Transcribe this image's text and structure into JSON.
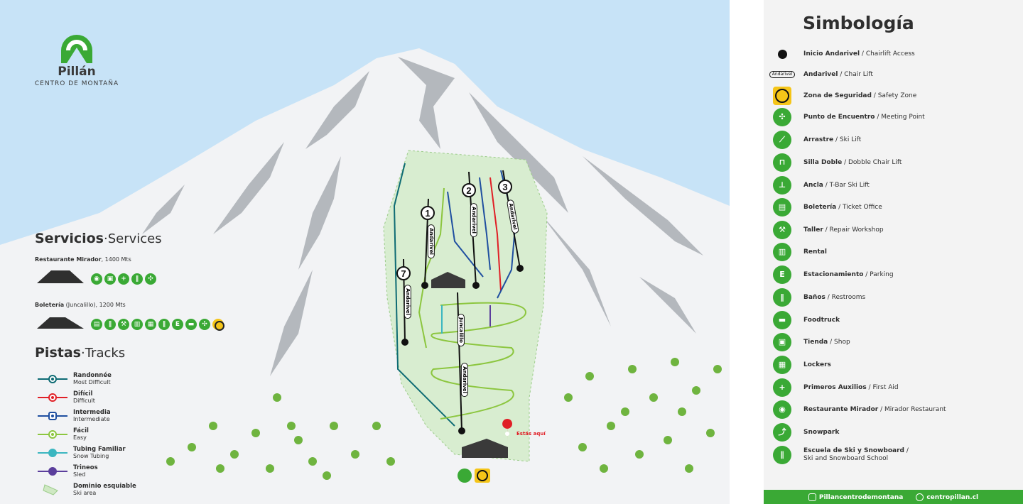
{
  "logo": {
    "name": "Pillán",
    "subtitle": "CENTRO DE MONTAÑA"
  },
  "services": {
    "title": "Servicios",
    "subtitle": "·Services",
    "restaurant_name": "Restaurante Mirador",
    "restaurant_alt": ", 1400 Mts",
    "boleteria_name": "Boletería",
    "boleteria_alt": " (Juncalillo), 1200 Mts",
    "restaurant_icons": [
      "restaurant-icon",
      "shop-icon",
      "first-aid-icon",
      "restrooms-icon",
      "meeting-point-icon"
    ],
    "boleteria_icons": [
      "ticket-office-icon",
      "ski-school-icon",
      "repair-workshop-icon",
      "rental-icon",
      "lockers-icon",
      "restrooms-icon",
      "parking-icon",
      "foodtruck-icon",
      "meeting-point-icon",
      "safety-zone-icon"
    ]
  },
  "tracks": {
    "title": "Pistas",
    "subtitle": "·Tracks",
    "items": [
      {
        "es": "Randonnée",
        "en": "Most Difficult",
        "color": "#0e6b74"
      },
      {
        "es": "Difícil",
        "en": "Difficult",
        "color": "#e01f26"
      },
      {
        "es": "Intermedia",
        "en": "Intermediate",
        "color": "#1f4fa0"
      },
      {
        "es": "Fácil",
        "en": "Easy",
        "color": "#8cc63f"
      },
      {
        "es": "Tubing Familiar",
        "en": "Snow Tubing",
        "color": "#3bb6c0"
      },
      {
        "es": "Trineos",
        "en": "Sled",
        "color": "#5b3e9c"
      },
      {
        "es": "Dominio esquiable",
        "en": "Ski area",
        "color": "#cfe8c3"
      }
    ]
  },
  "map": {
    "lift_numbers": [
      "1",
      "2",
      "3",
      "7"
    ],
    "lift_labels": [
      "Andarivel",
      "Andarivel",
      "Andarivel",
      "Andarivel",
      "Juncalillo",
      "Andarivel"
    ],
    "you_are_here": "Estás aquí"
  },
  "legend": {
    "title": "Simbología",
    "items": [
      {
        "icon": "chairlift-access-icon",
        "es": "Inicio Andarivel",
        "en": "Chairlift Access"
      },
      {
        "icon": "chair-lift-icon",
        "es": "Andarivel",
        "en": "Chair Lift",
        "badge": "Andarivel"
      },
      {
        "icon": "safety-zone-icon",
        "es": "Zona de Seguridad",
        "en": "Safety Zone"
      },
      {
        "icon": "meeting-point-icon",
        "es": "Punto de Encuentro",
        "en": "Meeting Point"
      },
      {
        "icon": "ski-lift-icon",
        "es": "Arrastre",
        "en": "Ski Lift"
      },
      {
        "icon": "double-chair-lift-icon",
        "es": "Silla Doble",
        "en": "Dobble Chair Lift"
      },
      {
        "icon": "t-bar-lift-icon",
        "es": "Ancla",
        "en": "T-Bar Ski Lift"
      },
      {
        "icon": "ticket-office-icon",
        "es": "Boletería",
        "en": "Ticket Office"
      },
      {
        "icon": "repair-workshop-icon",
        "es": "Taller",
        "en": "Repair Workshop"
      },
      {
        "icon": "rental-icon",
        "es": "Rental",
        "en": ""
      },
      {
        "icon": "parking-icon",
        "es": "Estacionamiento",
        "en": "Parking"
      },
      {
        "icon": "restrooms-icon",
        "es": "Baños",
        "en": "Restrooms"
      },
      {
        "icon": "foodtruck-icon",
        "es": "Foodtruck",
        "en": ""
      },
      {
        "icon": "shop-icon",
        "es": "Tienda",
        "en": "Shop"
      },
      {
        "icon": "lockers-icon",
        "es": "Lockers",
        "en": ""
      },
      {
        "icon": "first-aid-icon",
        "es": "Primeros Auxilios",
        "en": "First Aid"
      },
      {
        "icon": "restaurant-icon",
        "es": "Restaurante Mirador",
        "en": "Mirador Restaurant"
      },
      {
        "icon": "snowpark-icon",
        "es": "Snowpark",
        "en": ""
      },
      {
        "icon": "ski-school-icon",
        "es": "Escuela de Ski y Snowboard",
        "en": "Ski and Snowboard School"
      }
    ]
  },
  "footer": {
    "instagram": "Pillancentrodemontana",
    "web": "centropillan.cl"
  },
  "colors": {
    "brand_green": "#3aa935",
    "sky": "#c7e3f7",
    "snow": "#f2f3f5",
    "rock": "#9aa0a6",
    "safety_yellow": "#f5c518"
  }
}
